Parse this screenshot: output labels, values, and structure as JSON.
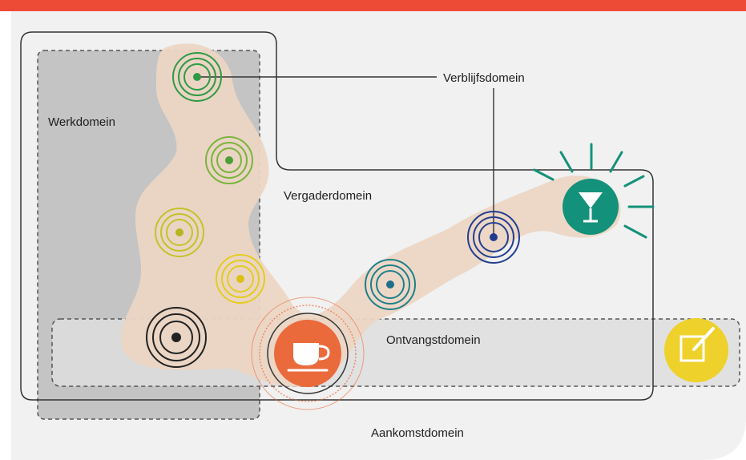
{
  "diagram": {
    "labels": {
      "werkdomein": "Werkdomein",
      "verblijfsdomein": "Verblijfsdomein",
      "vergaderdomein": "Vergaderdomein",
      "ontvangstdomein": "Ontvangstdomein",
      "aankomstdomein": "Aankomstdomein"
    },
    "colors": {
      "top_bar": "#ee4b36",
      "panel_bg": "#f1f1f1",
      "blob": "#ecd6c5",
      "werk_fill": "#c4c4c4",
      "ontvangst_fill": "#dedede",
      "outline": "#333333",
      "green": "#2f9a44",
      "light_green": "#7ab43c",
      "olive": "#c4c22a",
      "yellow": "#e4cc1e",
      "black": "#222222",
      "teal": "#1e7f8a",
      "blue": "#233f8f",
      "cocktail_teal": "#14917a",
      "cup_orange": "#ea6a3c",
      "sign_yellow": "#eed12b"
    },
    "icons": [
      "cocktail-glass-icon",
      "coffee-cup-icon",
      "sign-in-pen-icon"
    ]
  }
}
